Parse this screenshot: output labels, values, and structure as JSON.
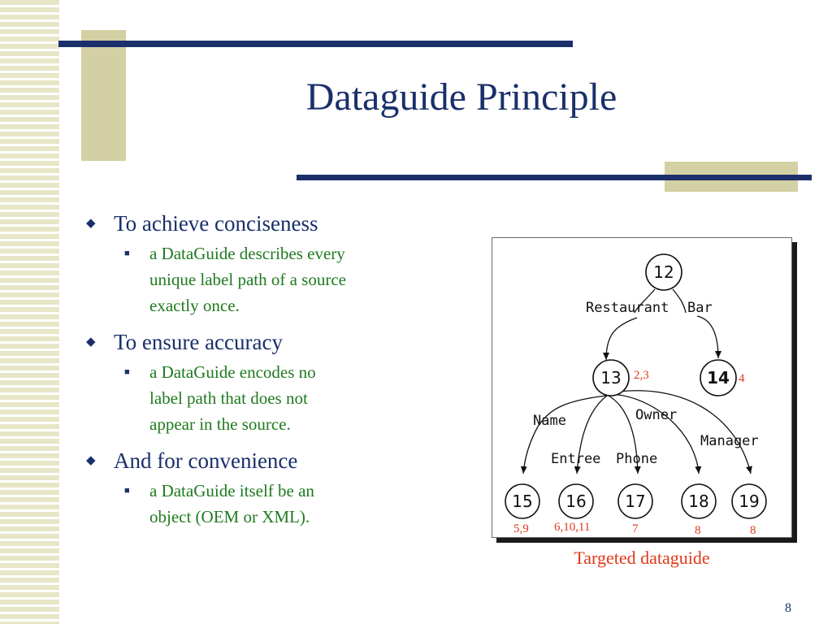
{
  "title": "Dataguide Principle",
  "bullets": [
    {
      "text": "To achieve conciseness",
      "sub": [
        "a DataGuide describes every",
        "unique label path of a source",
        "exactly once."
      ]
    },
    {
      "text": "To ensure accuracy",
      "sub": [
        "a DataGuide encodes no",
        "label path that does not",
        "appear in the source."
      ]
    },
    {
      "text": "And for convenience",
      "sub": [
        "a DataGuide itself be an",
        "object (OEM or XML)."
      ]
    }
  ],
  "figure": {
    "nodes": {
      "n12": "12",
      "n13": "13",
      "n14": "14",
      "n15": "15",
      "n16": "16",
      "n17": "17",
      "n18": "18",
      "n19": "19"
    },
    "edge_labels": {
      "restaurant": "Restaurant",
      "bar": "Bar",
      "name": "Name",
      "owner": "Owner",
      "manager": "Manager",
      "entree": "Entree",
      "phone": "Phone"
    },
    "annotations": {
      "a13": "2,3",
      "a14": "4",
      "a15": "5,9",
      "a16": "6,10,11",
      "a17": "7",
      "a18": "8",
      "a19": "8"
    }
  },
  "caption": "Targeted dataguide",
  "page_number": "8",
  "colors": {
    "title": "#1a2f6a",
    "sub_bullet": "#1f7a1f",
    "annotation": "#e0381a",
    "accent_bar": "#1b2f6b",
    "accent_tan": "#d3d0a3"
  }
}
